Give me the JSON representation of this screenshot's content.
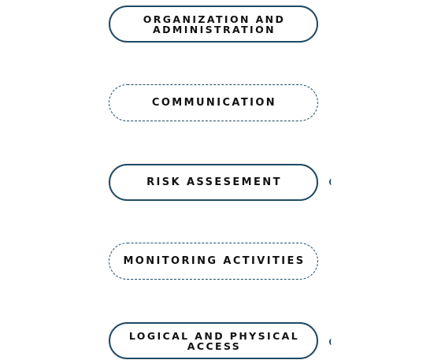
{
  "diagram": {
    "nodes": [
      {
        "label": "ORGANIZATION AND ADMINISTRATION",
        "style": "solid"
      },
      {
        "label": "COMMUNICATION",
        "style": "dashed"
      },
      {
        "label": "RISK ASSESEMENT",
        "style": "solid"
      },
      {
        "label": "MONITORING ACTIVITIES",
        "style": "dashed"
      },
      {
        "label": "LOGICAL AND PHYSICAL ACCESS",
        "style": "solid"
      }
    ]
  },
  "colors": {
    "border": "#1f4a63",
    "text": "#111111",
    "background": "#ffffff"
  }
}
